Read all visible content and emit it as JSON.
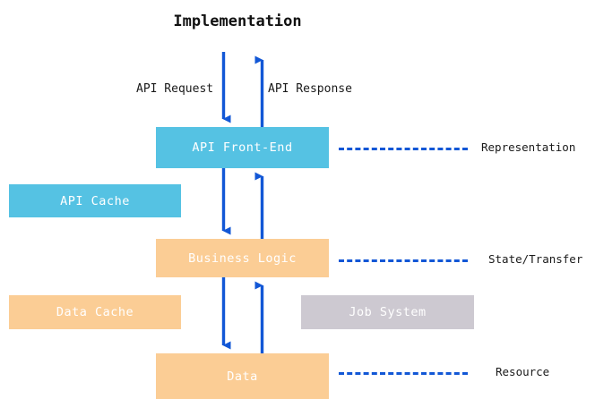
{
  "title": "Implementation",
  "colors": {
    "blue_box": "#55c2e3",
    "orange_box": "#fbcd95",
    "gray_box": "#cdc9d1",
    "arrow_blue": "#1257d6",
    "box_text": "#ffffff",
    "label_text": "#1a1a1a",
    "background": "#ffffff"
  },
  "boxes": [
    {
      "id": "api-front-end",
      "label": "API Front-End",
      "color": "blue"
    },
    {
      "id": "api-cache",
      "label": "API Cache",
      "color": "blue"
    },
    {
      "id": "business-logic",
      "label": "Business Logic",
      "color": "orange"
    },
    {
      "id": "data-cache",
      "label": "Data Cache",
      "color": "orange"
    },
    {
      "id": "job-system",
      "label": "Job System",
      "color": "gray"
    },
    {
      "id": "data",
      "label": "Data",
      "color": "orange"
    }
  ],
  "arrow_labels": {
    "request": "API Request",
    "response": "API Response"
  },
  "layer_labels": [
    {
      "id": "representation",
      "label": "Representation",
      "connects_to": "api-front-end"
    },
    {
      "id": "state-transfer",
      "label": "State/Transfer",
      "connects_to": "business-logic"
    },
    {
      "id": "resource",
      "label": "Resource",
      "connects_to": "data"
    }
  ],
  "flows": [
    {
      "from": "external",
      "to": "api-front-end",
      "direction": "down",
      "label": "API Request"
    },
    {
      "from": "api-front-end",
      "to": "external",
      "direction": "up",
      "label": "API Response"
    },
    {
      "from": "api-front-end",
      "to": "business-logic",
      "direction": "down",
      "label": ""
    },
    {
      "from": "business-logic",
      "to": "api-front-end",
      "direction": "up",
      "label": ""
    },
    {
      "from": "business-logic",
      "to": "data",
      "direction": "down",
      "label": ""
    },
    {
      "from": "data",
      "to": "business-logic",
      "direction": "up",
      "label": ""
    }
  ]
}
